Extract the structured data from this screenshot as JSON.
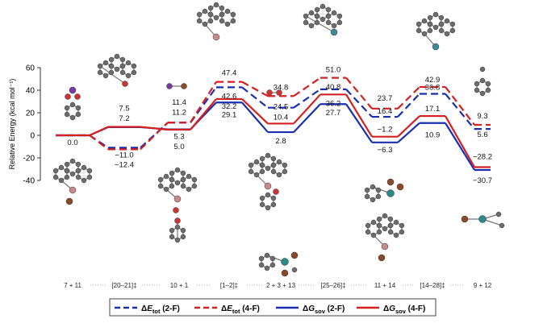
{
  "chart_data": {
    "type": "line",
    "title": "",
    "ylabel": "Relative Energy (kcal mol⁻¹)",
    "xlabel": "",
    "ylim": [
      -40,
      60
    ],
    "yticks": [
      60,
      40,
      20,
      0,
      -20,
      -40
    ],
    "grid": false,
    "legend_position": "bottom",
    "categories": [
      "7 + 11",
      "[20–21]‡",
      "10 + 1",
      "[1–2]‡",
      "2 + 3 + 13",
      "[25–26]‡",
      "11 + 14",
      "[14–28]‡",
      "9 + 12"
    ],
    "series": [
      {
        "name": "ΔE_tot (2-F)",
        "style": "dashed",
        "color": "#1a2fb0",
        "values": [
          0.0,
          -11.0,
          11.2,
          42.6,
          24.5,
          40.8,
          16.4,
          36.8,
          5.6
        ]
      },
      {
        "name": "ΔE_tot (4-F)",
        "style": "dashed",
        "color": "#d42020",
        "values": [
          0.0,
          -12.4,
          11.4,
          47.4,
          34.8,
          51.0,
          23.7,
          42.9,
          9.3
        ]
      },
      {
        "name": "ΔG_sov (2-F)",
        "style": "solid",
        "color": "#1a2fb0",
        "values": [
          0.0,
          7.2,
          5.3,
          29.1,
          2.8,
          27.7,
          -6.3,
          10.9,
          -30.7
        ]
      },
      {
        "name": "ΔG_sov (4-F)",
        "style": "solid",
        "color": "#d42020",
        "values": [
          0.0,
          7.5,
          5.0,
          32.2,
          10.4,
          36.2,
          -1.2,
          17.1,
          -28.2
        ]
      }
    ],
    "data_labels": [
      {
        "index": 0,
        "text": "0.0",
        "value": 0.0,
        "color": "#111111",
        "dy": 12
      },
      {
        "index": 1,
        "text": "7.5",
        "value": 7.5,
        "color": "#111111",
        "dy": -20
      },
      {
        "index": 1,
        "text": "7.2",
        "value": 7.2,
        "color": "#111111",
        "dy": -8
      },
      {
        "index": 1,
        "text": "−11.0",
        "value": -11.0,
        "color": "#111111",
        "dy": 12
      },
      {
        "index": 1,
        "text": "−12.4",
        "value": -12.4,
        "color": "#111111",
        "dy": 22
      },
      {
        "index": 2,
        "text": "11.4",
        "value": 11.4,
        "color": "#111111",
        "dy": -22
      },
      {
        "index": 2,
        "text": "11.2",
        "value": 11.2,
        "color": "#111111",
        "dy": -10
      },
      {
        "index": 2,
        "text": "5.3",
        "value": 5.3,
        "color": "#1a2fb0",
        "dy": 12
      },
      {
        "index": 2,
        "text": "5.0",
        "value": 5.0,
        "color": "#d42020",
        "dy": 24
      },
      {
        "index": 3,
        "text": "47.4",
        "value": 47.4,
        "color": "#111111",
        "dy": -8
      },
      {
        "index": 3,
        "text": "42.6",
        "value": 42.6,
        "color": "#111111",
        "dy": 14
      },
      {
        "index": 3,
        "text": "32.2",
        "value": 32.2,
        "color": "#111111",
        "dy": 12
      },
      {
        "index": 3,
        "text": "29.1",
        "value": 29.1,
        "color": "#111111",
        "dy": 18
      },
      {
        "index": 4,
        "text": "34.8",
        "value": 34.8,
        "color": "#111111",
        "dy": -8
      },
      {
        "index": 4,
        "text": "24.5",
        "value": 24.5,
        "color": "#111111",
        "dy": 2
      },
      {
        "index": 4,
        "text": "10.4",
        "value": 10.4,
        "color": "#111111",
        "dy": -5
      },
      {
        "index": 4,
        "text": "2.8",
        "value": 2.8,
        "color": "#111111",
        "dy": 14
      },
      {
        "index": 5,
        "text": "51.0",
        "value": 51.0,
        "color": "#111111",
        "dy": -7
      },
      {
        "index": 5,
        "text": "40.8",
        "value": 40.8,
        "color": "#111111",
        "dy": 0
      },
      {
        "index": 5,
        "text": "36.2",
        "value": 36.2,
        "color": "#111111",
        "dy": 14
      },
      {
        "index": 5,
        "text": "27.7",
        "value": 27.7,
        "color": "#111111",
        "dy": 14
      },
      {
        "index": 6,
        "text": "23.7",
        "value": 23.7,
        "color": "#111111",
        "dy": -10
      },
      {
        "index": 6,
        "text": "16.4",
        "value": 16.4,
        "color": "#111111",
        "dy": -4
      },
      {
        "index": 6,
        "text": "−1.2",
        "value": -1.2,
        "color": "#111111",
        "dy": -6
      },
      {
        "index": 6,
        "text": "−6.3",
        "value": -6.3,
        "color": "#111111",
        "dy": 12
      },
      {
        "index": 7,
        "text": "42.9",
        "value": 42.9,
        "color": "#111111",
        "dy": -6
      },
      {
        "index": 7,
        "text": "36.8",
        "value": 36.8,
        "color": "#111111",
        "dy": -5
      },
      {
        "index": 7,
        "text": "17.1",
        "value": 17.1,
        "color": "#111111",
        "dy": -6
      },
      {
        "index": 7,
        "text": "10.9",
        "value": 10.9,
        "color": "#111111",
        "dy": 18
      },
      {
        "index": 8,
        "text": "9.3",
        "value": 9.3,
        "color": "#111111",
        "dy": -8
      },
      {
        "index": 8,
        "text": "5.6",
        "value": 5.6,
        "color": "#111111",
        "dy": 10
      },
      {
        "index": 8,
        "text": "−28.2",
        "value": -28.2,
        "color": "#111111",
        "dy": -10
      },
      {
        "index": 8,
        "text": "−30.7",
        "value": -30.7,
        "color": "#111111",
        "dy": 16
      }
    ],
    "legend": [
      {
        "symbol": "Δ",
        "base": "E",
        "sub": "tot",
        "suffix": " (2-F)",
        "style": "dashed",
        "color": "#1a2fb0"
      },
      {
        "symbol": "Δ",
        "base": "E",
        "sub": "tot",
        "suffix": " (4-F)",
        "style": "dashed",
        "color": "#d42020"
      },
      {
        "symbol": "Δ",
        "base": "G",
        "sub": "sov",
        "suffix": " (2-F)",
        "style": "solid",
        "color": "#1a2fb0"
      },
      {
        "symbol": "Δ",
        "base": "G",
        "sub": "sov",
        "suffix": " (4-F)",
        "style": "solid",
        "color": "#d42020"
      }
    ]
  }
}
